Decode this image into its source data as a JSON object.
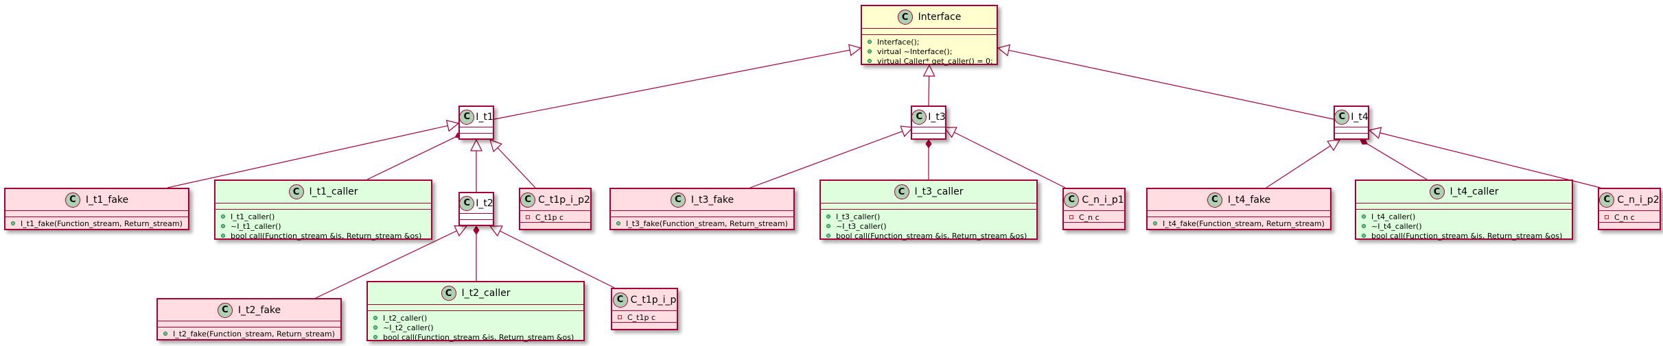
{
  "colors": {
    "border": "#a80036",
    "interface_fill": "#fefece",
    "fake_fill": "#ffdde0",
    "caller_fill": "#ddffdd",
    "badge_fill": "#add1b2"
  },
  "classes": {
    "interface": {
      "badge": "C",
      "name": "Interface",
      "methods": [
        "Interface();",
        "virtual ~Interface();",
        "virtual Caller* get_caller() = 0;"
      ]
    },
    "i_t1": {
      "badge": "C",
      "name": "I_t1"
    },
    "i_t3": {
      "badge": "C",
      "name": "I_t3"
    },
    "i_t4": {
      "badge": "C",
      "name": "I_t4"
    },
    "i_t2": {
      "badge": "C",
      "name": "I_t2"
    },
    "i_t1_fake": {
      "badge": "C",
      "name": "I_t1_fake",
      "methods": [
        "I_t1_fake(Function_stream, Return_stream)"
      ]
    },
    "i_t1_caller": {
      "badge": "C",
      "name": "I_t1_caller",
      "methods": [
        "I_t1_caller()",
        "~I_t1_caller()",
        "bool call(Function_stream &is, Return_stream &os)"
      ]
    },
    "c_t1p_i_p2": {
      "badge": "C",
      "name": "C_t1p_i_p2",
      "fields": [
        "C_t1p c"
      ]
    },
    "i_t3_fake": {
      "badge": "C",
      "name": "I_t3_fake",
      "methods": [
        "I_t3_fake(Function_stream, Return_stream)"
      ]
    },
    "i_t3_caller": {
      "badge": "C",
      "name": "I_t3_caller",
      "methods": [
        "I_t3_caller()",
        "~I_t3_caller()",
        "bool call(Function_stream &is, Return_stream &os)"
      ]
    },
    "c_n_i_p1": {
      "badge": "C",
      "name": "C_n_i_p1",
      "fields": [
        "C_n c"
      ]
    },
    "i_t4_fake": {
      "badge": "C",
      "name": "I_t4_fake",
      "methods": [
        "I_t4_fake(Function_stream, Return_stream)"
      ]
    },
    "i_t4_caller": {
      "badge": "C",
      "name": "I_t4_caller",
      "methods": [
        "I_t4_caller()",
        "~I_t4_caller()",
        "bool call(Function_stream &is, Return_stream &os)"
      ]
    },
    "c_n_i_p2": {
      "badge": "C",
      "name": "C_n_i_p2",
      "fields": [
        "C_n c"
      ]
    },
    "i_t2_fake": {
      "badge": "C",
      "name": "I_t2_fake",
      "methods": [
        "I_t2_fake(Function_stream, Return_stream)"
      ]
    },
    "i_t2_caller": {
      "badge": "C",
      "name": "I_t2_caller",
      "methods": [
        "I_t2_caller()",
        "~I_t2_caller()",
        "bool call(Function_stream &is, Return_stream &os)"
      ]
    },
    "c_t1p_i_p": {
      "badge": "C",
      "name": "C_t1p_i_p",
      "fields": [
        "C_t1p c"
      ]
    }
  }
}
